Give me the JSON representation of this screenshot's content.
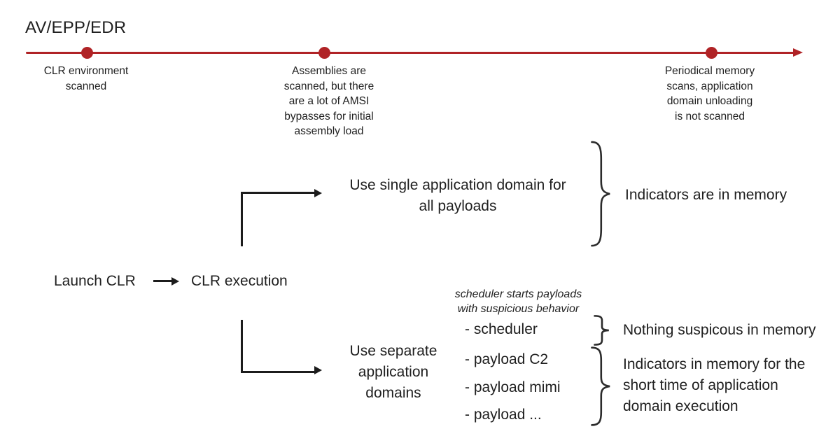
{
  "title": "AV/EPP/EDR",
  "colors": {
    "timeline_red": "#b02326",
    "text_ink": "#1f1f1f"
  },
  "timeline": {
    "points": [
      {
        "label": "CLR environment\nscanned"
      },
      {
        "label": "Assemblies are\nscanned, but there\nare a lot of AMSI\nbypasses for initial\nassembly load"
      },
      {
        "label": "Periodical memory\nscans, application\ndomain unloading\nis not scanned"
      }
    ]
  },
  "flow": {
    "start": "Launch CLR",
    "execution": "CLR execution",
    "branch_single": {
      "label": "Use single application domain for\nall payloads",
      "annotation": "Indicators are in memory"
    },
    "branch_separate": {
      "label": "Use separate\napplication\ndomains",
      "note": "scheduler starts payloads\nwith suspicious behavior",
      "items": [
        "- scheduler",
        "- payload C2",
        "- payload mimi",
        "- payload ..."
      ],
      "annotation_scheduler": "Nothing suspicous in memory",
      "annotation_payloads": "Indicators in memory for the\nshort time of application\ndomain execution"
    }
  }
}
